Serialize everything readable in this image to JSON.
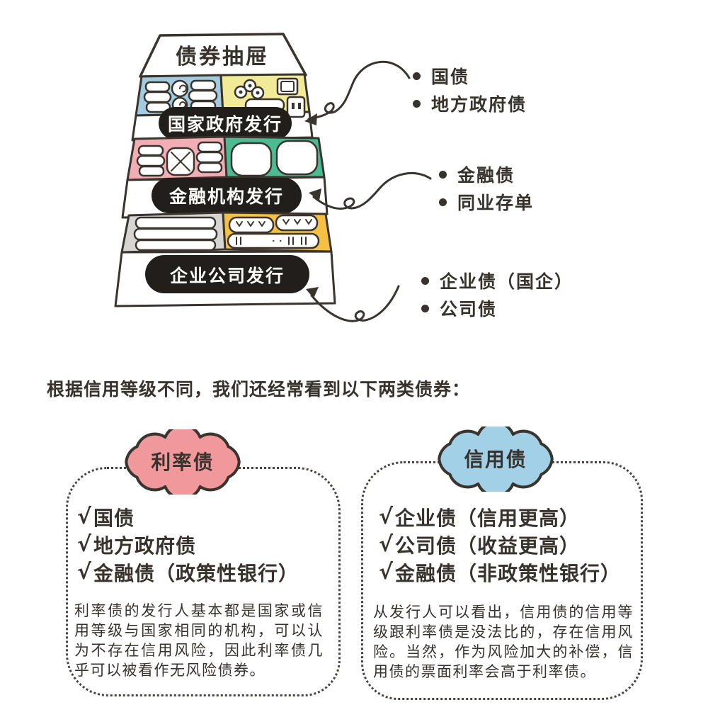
{
  "illustration": {
    "cabinet_title": "债券抽屉",
    "drawers": [
      {
        "label": "国家政府发行",
        "bullets": [
          "国债",
          "地方政府债"
        ]
      },
      {
        "label": "金融机构发行",
        "bullets": [
          "金融债",
          "同业存单"
        ]
      },
      {
        "label": "企业公司发行",
        "bullets": [
          "企业债（国企）",
          "公司债"
        ]
      }
    ]
  },
  "intro_text": "根据信用等级不同，我们还经常看到以下两类债券：",
  "categories": [
    {
      "badge": "利率债",
      "items": [
        {
          "check": "√",
          "text": "国债"
        },
        {
          "check": "√",
          "text": "地方政府债"
        },
        {
          "check": "√",
          "text": "金融债（政策性银行）"
        }
      ],
      "description": "利率债的发行人基本都是国家或信用等级与国家相同的机构，可以认为不存在信用风险，因此利率债几乎可以被看作无风险债券。"
    },
    {
      "badge": "信用债",
      "items": [
        {
          "check": "√",
          "text": "企业债（信用更高）"
        },
        {
          "check": "√",
          "text": "公司债（收益更高）"
        },
        {
          "check": "√",
          "text": "金融债（非政策性银行）"
        }
      ],
      "description": "从发行人可以看出，信用债的信用等级跟利率债是没法比的，存在信用风险。当然，作为风险加大的补偿，信用债的票面利率会高于利率债。"
    }
  ],
  "colors": {
    "ink": "#3a342e",
    "pill_bg": "#211e1b",
    "pill_text": "#fdfdfa",
    "drawer1_left": "#a3cbdf",
    "drawer1_right": "#f1ea96",
    "drawer2_left": "#f2aeb4",
    "drawer2_right": "#4cba92",
    "drawer3_left": "#d6d5d2",
    "drawer3_right": "#f4c145",
    "badge_rate": "#f0989c",
    "badge_credit": "#a2d0e6"
  }
}
